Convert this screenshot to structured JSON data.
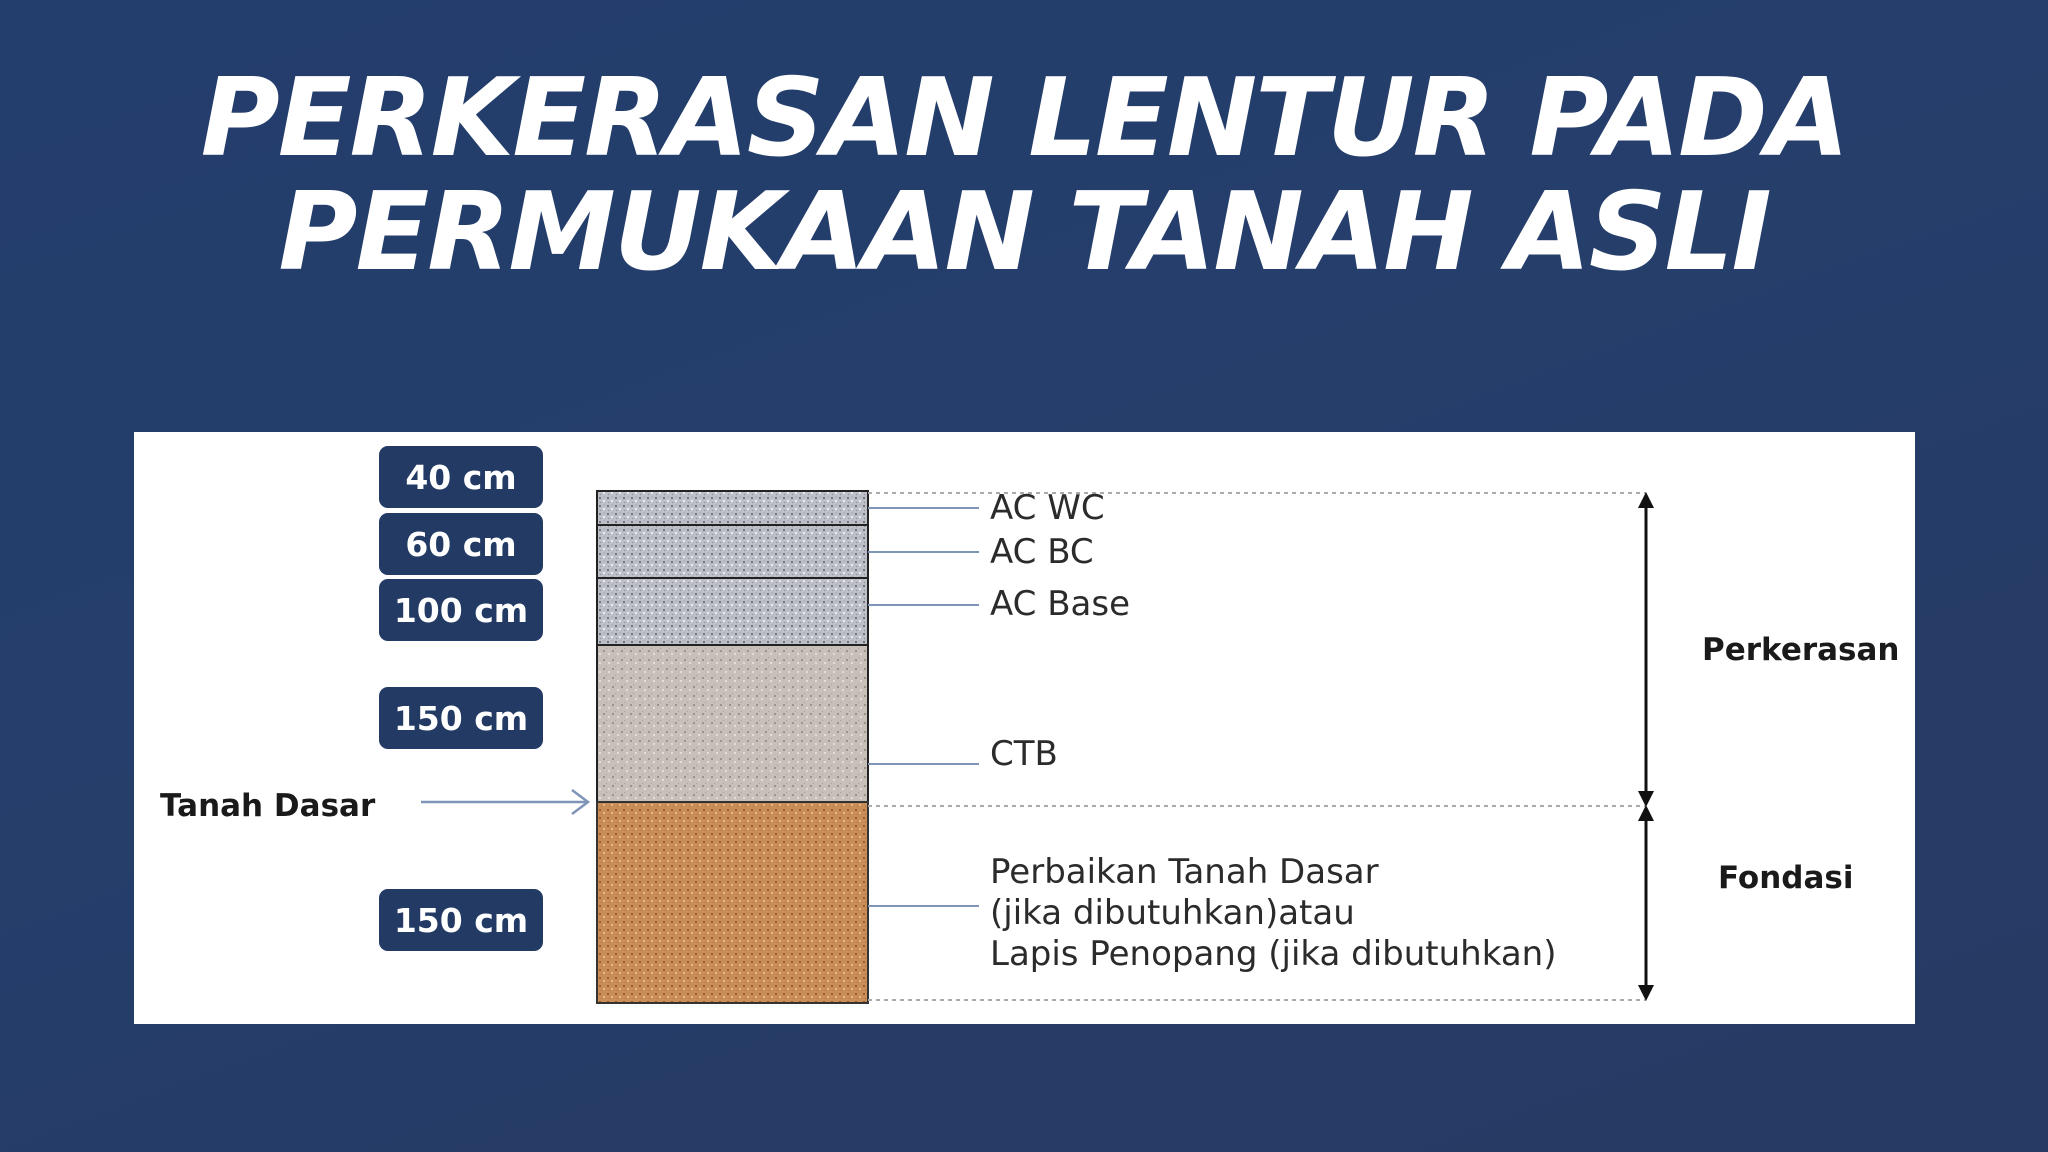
{
  "title": {
    "line1": "PERKERASAN LENTUR PADA",
    "line2": "PERMUKAAN TANAH ASLI"
  },
  "diagram": {
    "thickness_labels": [
      "40 cm",
      "60 cm",
      "100 cm",
      "150 cm",
      "150 cm"
    ],
    "layers": [
      "AC WC",
      "AC BC",
      "AC Base",
      "CTB"
    ],
    "subgrade_label": "Tanah Dasar",
    "foundation_layer": {
      "line1": "Perbaikan Tanah Dasar",
      "line2": "(jika dibutuhkan)atau",
      "line3": "Lapis Penopang (jika dibutuhkan)"
    },
    "zones": {
      "pavement": "Perkerasan",
      "foundation": "Fondasi"
    },
    "colors": {
      "background": "#243d6a",
      "pill": "#223a64",
      "asphalt": "#b9bcc2",
      "ctb": "#c4bcb4",
      "soil": "#c98a55",
      "leader_line": "#7f95b8"
    }
  }
}
